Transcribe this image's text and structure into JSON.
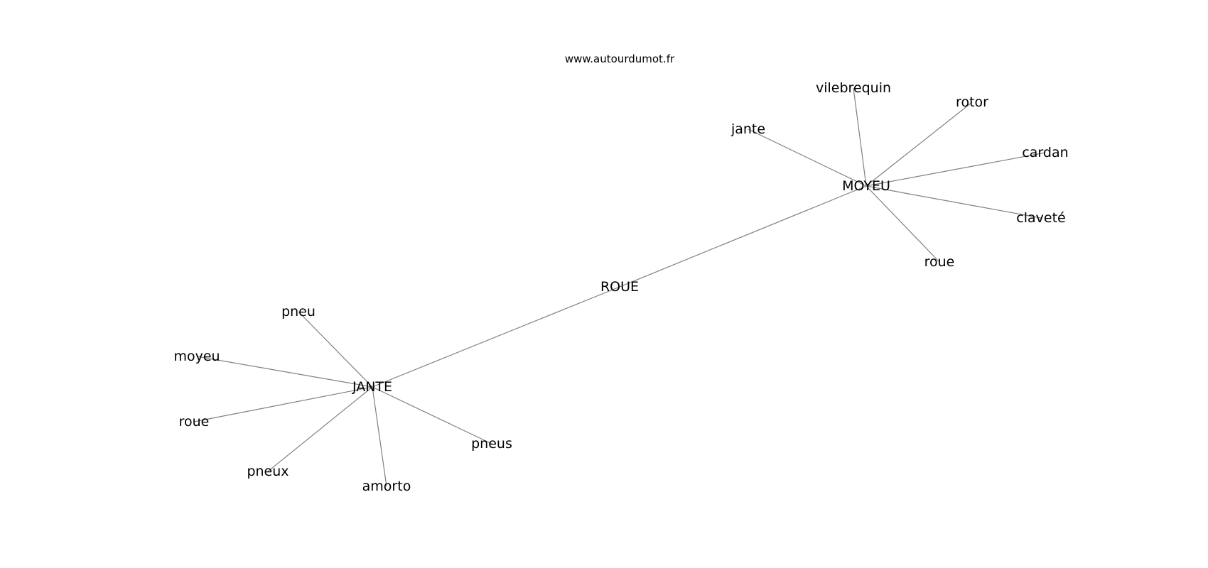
{
  "source": "www.autourdumot.fr",
  "graph": {
    "center": "ROUE",
    "nodes": [
      {
        "id": "roue-center",
        "label": "ROUE"
      },
      {
        "id": "moyeu-hub",
        "label": "MOYEU"
      },
      {
        "id": "jante-hub",
        "label": "JANTE"
      },
      {
        "id": "vilebrequin",
        "label": "vilebrequin"
      },
      {
        "id": "rotor",
        "label": "rotor"
      },
      {
        "id": "jante-leaf",
        "label": "jante"
      },
      {
        "id": "cardan",
        "label": "cardan"
      },
      {
        "id": "clavete",
        "label": "claveté"
      },
      {
        "id": "roue-leaf-moyeu",
        "label": "roue"
      },
      {
        "id": "pneu",
        "label": "pneu"
      },
      {
        "id": "moyeu-leaf",
        "label": "moyeu"
      },
      {
        "id": "roue-leaf-jante",
        "label": "roue"
      },
      {
        "id": "pneux",
        "label": "pneux"
      },
      {
        "id": "amorto",
        "label": "amorto"
      },
      {
        "id": "pneus",
        "label": "pneus"
      }
    ],
    "edges": [
      [
        "roue-center",
        "moyeu-hub"
      ],
      [
        "roue-center",
        "jante-hub"
      ],
      [
        "moyeu-hub",
        "vilebrequin"
      ],
      [
        "moyeu-hub",
        "rotor"
      ],
      [
        "moyeu-hub",
        "jante-leaf"
      ],
      [
        "moyeu-hub",
        "cardan"
      ],
      [
        "moyeu-hub",
        "clavete"
      ],
      [
        "moyeu-hub",
        "roue-leaf-moyeu"
      ],
      [
        "jante-hub",
        "pneu"
      ],
      [
        "jante-hub",
        "moyeu-leaf"
      ],
      [
        "jante-hub",
        "roue-leaf-jante"
      ],
      [
        "jante-hub",
        "pneux"
      ],
      [
        "jante-hub",
        "amorto"
      ],
      [
        "jante-hub",
        "pneus"
      ]
    ]
  }
}
